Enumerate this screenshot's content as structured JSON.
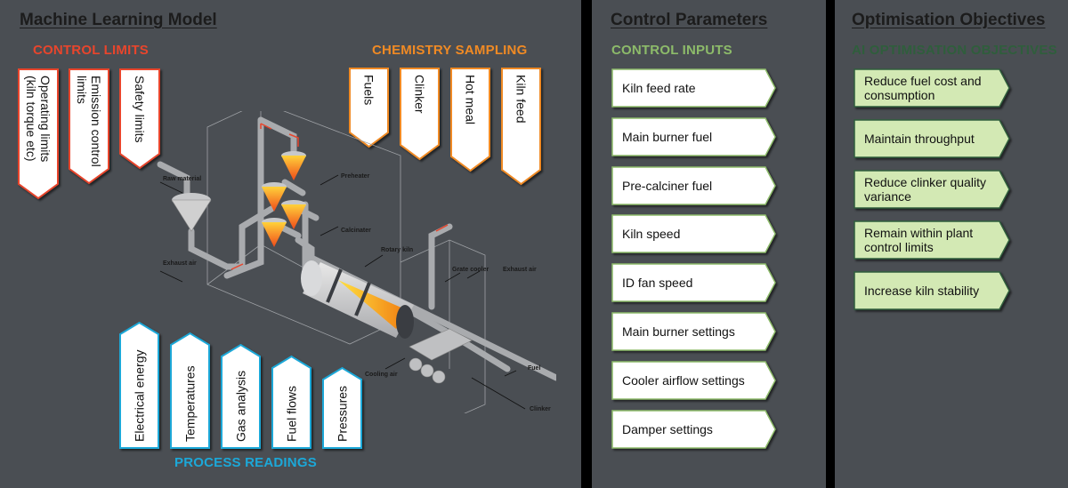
{
  "colors": {
    "background": "#4a4e53",
    "divider": "#000000",
    "heading": "#1c1c1c",
    "control_limits": "#e8452c",
    "chemistry_sampling": "#f08a24",
    "process_readings": "#1ca8d8",
    "control_inputs": "#8dbb6a",
    "ai_objectives": "#2f5e3c",
    "objective_fill": "#d3e9b4",
    "box_fill": "#ffffff"
  },
  "ml_model": {
    "title": "Machine Learning Model",
    "control_limits": {
      "label": "CONTROL LIMITS",
      "items": [
        "Operating limits (kiln torque etc)",
        "Emission control limits",
        "Safety limits"
      ]
    },
    "chemistry_sampling": {
      "label": "CHEMISTRY SAMPLING",
      "items": [
        "Fuels",
        "Clinker",
        "Hot meal",
        "Kiln feed"
      ]
    },
    "process_readings": {
      "label": "PROCESS READINGS",
      "items": [
        "Electrical energy",
        "Temperatures",
        "Gas analysis",
        "Fuel flows",
        "Pressures"
      ]
    },
    "illustration": {
      "labels": [
        "Raw material",
        "Preheater",
        "Calcinater",
        "Exhaust air",
        "Rotary kiln",
        "Grate cooler",
        "Exhaust air",
        "Cooling air",
        "Fuel",
        "Clinker"
      ]
    }
  },
  "control_parameters": {
    "title": "Control Parameters",
    "label": "CONTROL INPUTS",
    "items": [
      "Kiln feed rate",
      "Main burner fuel",
      "Pre-calciner fuel",
      "Kiln speed",
      "ID fan speed",
      "Main burner settings",
      "Cooler airflow settings",
      "Damper settings"
    ]
  },
  "optimisation_objectives": {
    "title": "Optimisation Objectives",
    "label": "AI OPTIMISATION OBJECTIVES",
    "items": [
      "Reduce fuel cost and consumption",
      "Maintain throughput",
      "Reduce clinker quality variance",
      "Remain within plant control limits",
      "Increase kiln stability"
    ]
  }
}
